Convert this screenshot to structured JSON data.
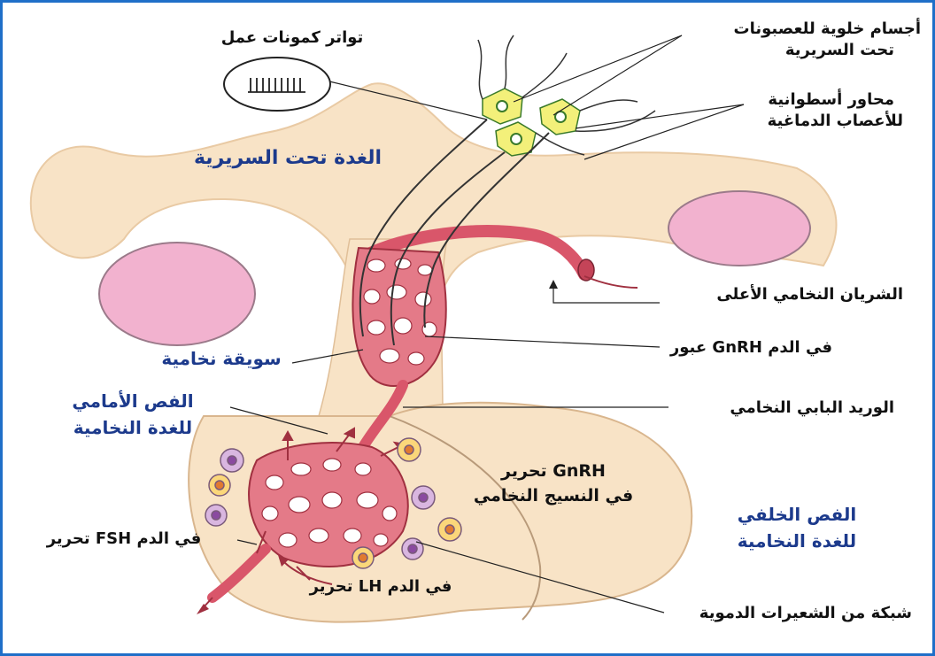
{
  "labels": {
    "action_potentials": "تواتر كمونات عمل",
    "neuron_bodies_1": "أجسام خلوية للعصبونات",
    "neuron_bodies_2": "تحت السريرية",
    "axons_1": "محاور أسطوانية",
    "axons_2": "للأعصاب الدماغية",
    "hypothalamus": "الغدة تحت السريرية",
    "superior_artery": "الشريان النخامي الأعلى",
    "gnrh_transit": "عبور GnRH في الدم",
    "pituitary_stalk": "سويقة نخامية",
    "portal_vein": "الوريد البابي النخامي",
    "anterior_lobe_1": "الفص الأمامي",
    "anterior_lobe_2": "للغدة النخامية",
    "gnrh_release_1": "تحرير GnRH",
    "gnrh_release_2": "في النسيج النخامي",
    "posterior_lobe_1": "الفص الخلفي",
    "posterior_lobe_2": "للغدة النخامية",
    "fsh_release": "تحرير FSH في الدم",
    "lh_release": "تحرير LH في الدم",
    "capillary_network": "شبكة من الشعيرات الدموية"
  },
  "colors": {
    "border": "#1f6fc8",
    "tissue": "#f8e3c6",
    "vessel": "#d9566a",
    "lobe_pink": "#f2a8c8",
    "neuron": "#f3f07a",
    "label_blue": "#1c3a8c"
  }
}
